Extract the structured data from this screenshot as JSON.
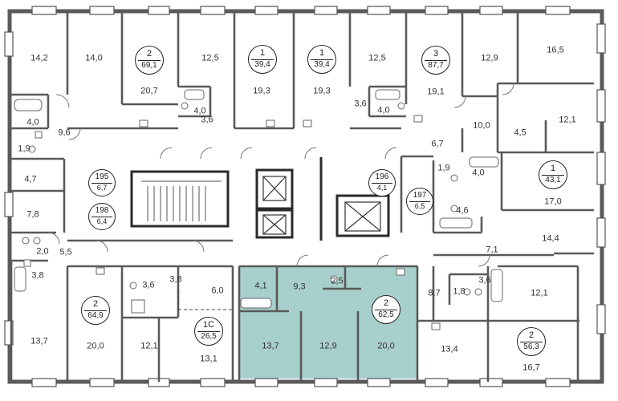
{
  "colors": {
    "wall": "#5a5a5a",
    "wall_dark": "#2a2a2a",
    "highlight": "#a7cfcb",
    "thin_line": "#8a8a8a"
  },
  "apartments": [
    {
      "key": "apt-2-69",
      "number": "2",
      "area": "69,1"
    },
    {
      "key": "apt-1-39a",
      "number": "1",
      "area": "39,4"
    },
    {
      "key": "apt-1-39b",
      "number": "1",
      "area": "39,4"
    },
    {
      "key": "apt-3-87",
      "number": "3",
      "area": "87,7"
    },
    {
      "key": "apt-1-43",
      "number": "1",
      "area": "43,1"
    },
    {
      "key": "apt-2-64",
      "number": "2",
      "area": "64,9"
    },
    {
      "key": "apt-1c-26",
      "number": "1С",
      "area": "26,5"
    },
    {
      "key": "apt-2-62",
      "number": "2",
      "area": "62,5"
    },
    {
      "key": "apt-2-56",
      "number": "2",
      "area": "56,3"
    }
  ],
  "service_rooms": [
    {
      "key": "room-195",
      "number": "195",
      "area": "6,7"
    },
    {
      "key": "room-198",
      "number": "198",
      "area": "6,4"
    },
    {
      "key": "room-196",
      "number": "196",
      "area": "4,1"
    },
    {
      "key": "room-197",
      "number": "197",
      "area": "6,5"
    }
  ],
  "room_areas": [
    "14,2",
    "14,0",
    "20,7",
    "12,5",
    "19,3",
    "19,3",
    "12,5",
    "19,1",
    "12,9",
    "16,5",
    "4,0",
    "4,0",
    "3,6",
    "3,6",
    "4,0",
    "10,0",
    "4,5",
    "12,1",
    "9,6",
    "1,9",
    "6,7",
    "4,7",
    "1,9",
    "4,0",
    "17,0",
    "7,8",
    "4,6",
    "14,4",
    "2,0",
    "5,5",
    "7,1",
    "3,8",
    "4,1",
    "9,3",
    "2,5",
    "3,6",
    "3,8",
    "6,0",
    "8,7",
    "1,8",
    "3,6",
    "12,1",
    "13,7",
    "20,0",
    "12,1",
    "13,1",
    "13,7",
    "12,9",
    "20,0",
    "13,4",
    "16,7"
  ]
}
